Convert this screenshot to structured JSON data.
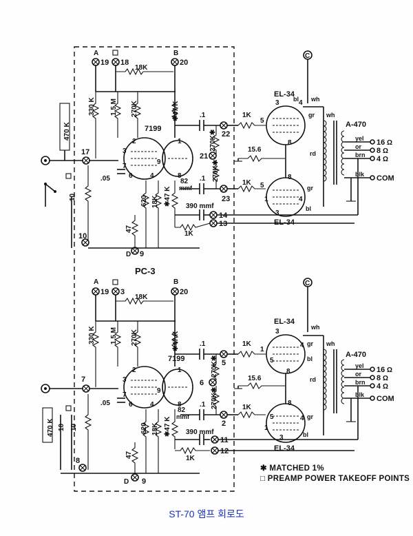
{
  "caption": "ST-70 앰프 회로도",
  "board_label": "PC-3",
  "legend": {
    "matched": "✱ MATCHED 1%",
    "takeoff": "□ PREAMP POWER TAKEOFF POINTS"
  },
  "labels": {
    "A": "A",
    "B": "B",
    "C": "C",
    "D": "D",
    "r18k": "18K",
    "r330k": "330 K",
    "r15m": "1.5 M",
    "r270k": "270K",
    "r47k": "✱47 K",
    "r470k": "470 K",
    "r10": "10",
    "r620": "620",
    "r47": "47",
    "r1k": "1K",
    "r270kv": "270K✱",
    "c05": ".05",
    "c1": ".1",
    "c82": "82",
    "mmf": "mmf",
    "c390": "390 mmf",
    "c156": "15.6",
    "tube7199": "7199",
    "el34": "EL-34",
    "a470": "A-470",
    "yel": "yel",
    "or": "or",
    "brn": "brn",
    "blk": "blk",
    "wh": "wh",
    "rd": "rd",
    "gr": "gr",
    "bl": "bl",
    "t16": "16",
    "t8": "8",
    "t4": "4",
    "com": "COM",
    "ohm": "Ω"
  },
  "top": {
    "terminals": {
      "a": "19",
      "sq": "18",
      "b": "20",
      "in": "17",
      "gnd": "10",
      "d": "9",
      "p1": "22",
      "mid": "21",
      "p2": "23",
      "fb1": "14",
      "fb2": "13"
    }
  },
  "bottom": {
    "terminals": {
      "a": "19",
      "sq": "3",
      "b": "20",
      "in": "7",
      "gnd": "8",
      "d": "9",
      "p1": "5",
      "mid": "6",
      "p2": "2",
      "fb1": "11",
      "fb2": "12"
    }
  }
}
